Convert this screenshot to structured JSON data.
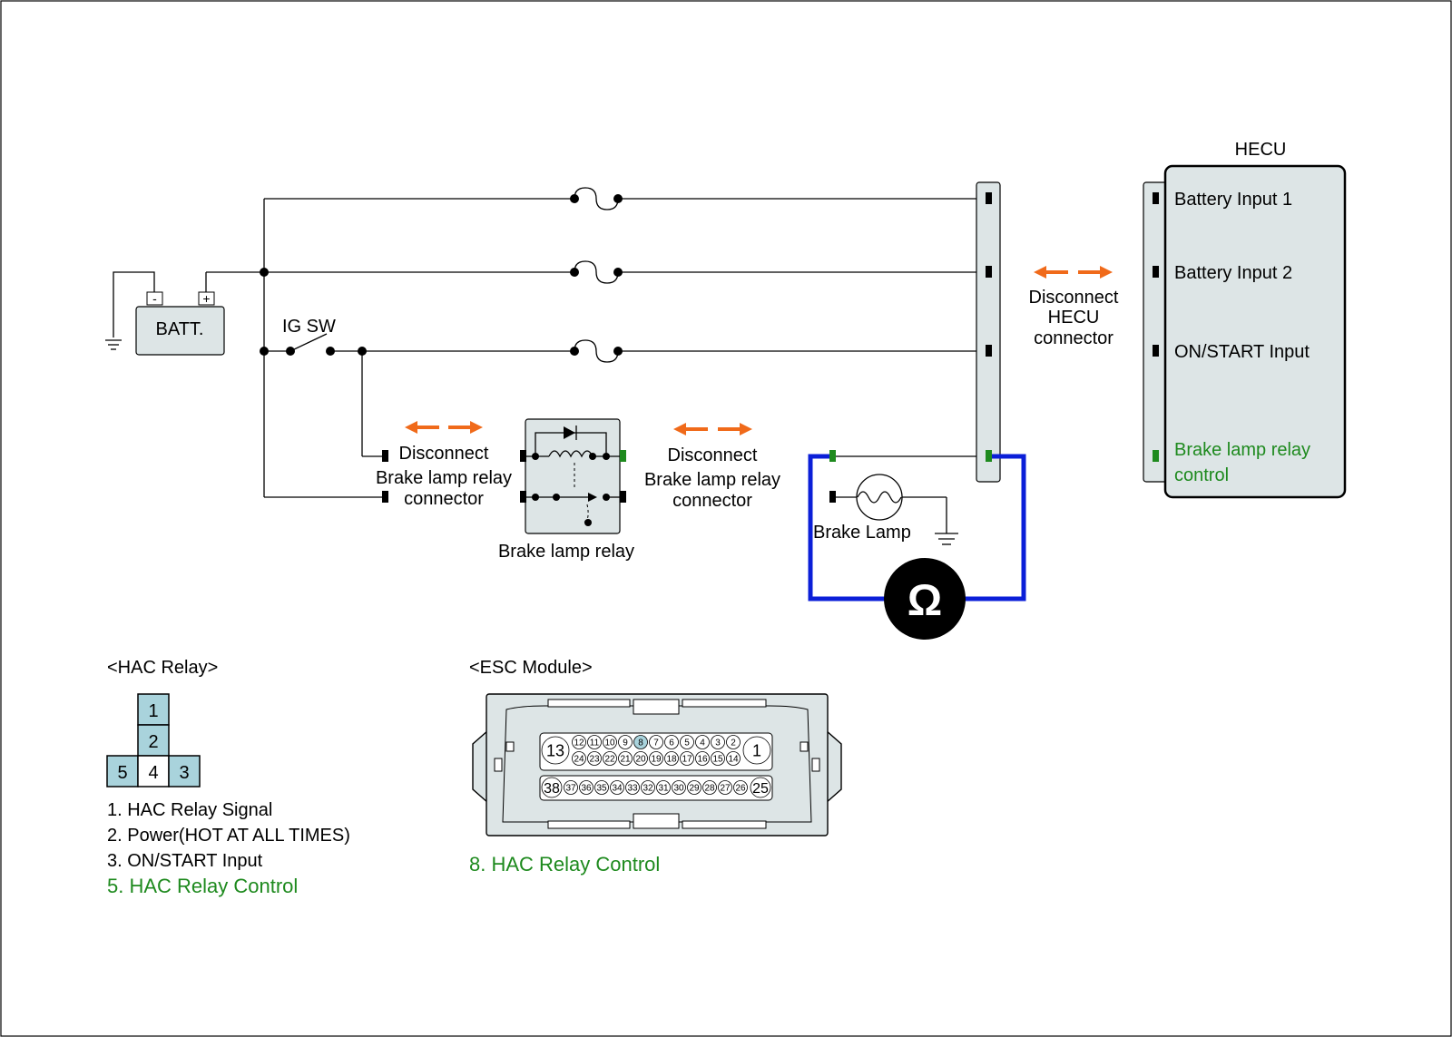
{
  "hecu": {
    "title": "HECU",
    "inputs": [
      "Battery Input 1",
      "Battery Input 2",
      "ON/START Input"
    ],
    "control_line1": "Brake lamp relay",
    "control_line2": "control"
  },
  "battery": {
    "label": "BATT.",
    "neg": "-",
    "pos": "+"
  },
  "ig_switch": {
    "label": "IG SW"
  },
  "disconnect_hecu": [
    "Disconnect",
    "HECU",
    "connector"
  ],
  "disconnect_relay_left": [
    "Disconnect",
    "Brake lamp relay",
    "connector"
  ],
  "disconnect_relay_right": [
    "Disconnect",
    "Brake lamp relay",
    "connector"
  ],
  "relay": {
    "label": "Brake lamp relay"
  },
  "brake_lamp": {
    "label": "Brake Lamp"
  },
  "ohmmeter": {
    "symbol": "Ω"
  },
  "hac_relay": {
    "title": "<HAC Relay>",
    "pins": {
      "p1": "1",
      "p2": "2",
      "p3": "3",
      "p4": "4",
      "p5": "5"
    },
    "legend": [
      "1. HAC Relay Signal",
      "2. Power(HOT AT ALL TIMES)",
      "3. ON/START Input",
      "5. HAC Relay Control"
    ]
  },
  "esc_module": {
    "title": "<ESC Module>",
    "row1_left": "13",
    "row1_right": "1",
    "row1_top": [
      "12",
      "11",
      "10",
      "9",
      "8",
      "7",
      "6",
      "5",
      "4",
      "3",
      "2"
    ],
    "row1_bottom": [
      "24",
      "23",
      "22",
      "21",
      "20",
      "19",
      "18",
      "17",
      "16",
      "15",
      "14"
    ],
    "row2_left": "38",
    "row2_right": "25",
    "row2": [
      "37",
      "36",
      "35",
      "34",
      "33",
      "32",
      "31",
      "30",
      "29",
      "28",
      "27",
      "26"
    ],
    "highlight_pin": "8",
    "legend": "8. HAC Relay Control"
  },
  "colors": {
    "arrow": "#f06a1a",
    "meter_wire": "#0b1fd8",
    "highlight_text": "#1e8a1e",
    "panel": "#dde5e6",
    "pin_highlight": "#a9d3dc"
  }
}
